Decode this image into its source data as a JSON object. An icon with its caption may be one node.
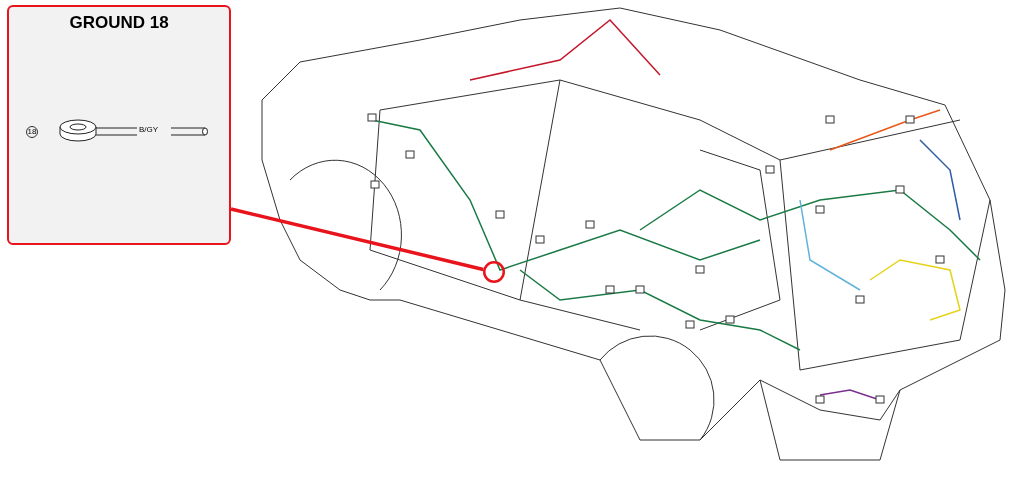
{
  "diagram": {
    "nodes": [
      {
        "text": [
          "GROUND 18"
        ]
      },
      {
        "text": [
          "18"
        ],
        "in": 0
      },
      {
        "text": [],
        "shape": "circle"
      }
    ],
    "edges": [
      {
        "from": 0,
        "to": 2,
        "arrow": "none",
        "color": "#e8131b"
      }
    ],
    "labels": [
      "B/GY"
    ]
  }
}
